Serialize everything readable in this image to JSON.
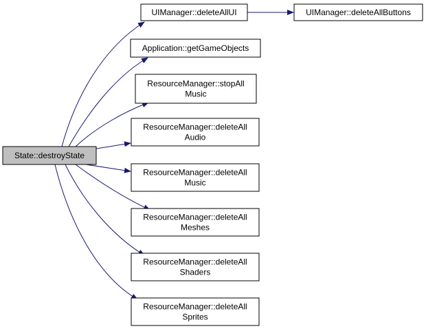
{
  "nodes": [
    {
      "id": "root",
      "lines": [
        "State::destroyState"
      ],
      "fill": "#bfbfbf"
    },
    {
      "id": "deleteAllUI",
      "lines": [
        "UIManager::deleteAllUI"
      ],
      "fill": "#ffffff"
    },
    {
      "id": "deleteAllButtons",
      "lines": [
        "UIManager::deleteAllButtons"
      ],
      "fill": "#ffffff"
    },
    {
      "id": "getGameObjects",
      "lines": [
        "Application::getGameObjects"
      ],
      "fill": "#ffffff"
    },
    {
      "id": "stopAllMusic",
      "lines": [
        "ResourceManager::stopAll",
        "Music"
      ],
      "fill": "#ffffff"
    },
    {
      "id": "deleteAllAudio",
      "lines": [
        "ResourceManager::deleteAll",
        "Audio"
      ],
      "fill": "#ffffff"
    },
    {
      "id": "deleteAllMusic",
      "lines": [
        "ResourceManager::deleteAll",
        "Music"
      ],
      "fill": "#ffffff"
    },
    {
      "id": "deleteAllMeshes",
      "lines": [
        "ResourceManager::deleteAll",
        "Meshes"
      ],
      "fill": "#ffffff"
    },
    {
      "id": "deleteAllShaders",
      "lines": [
        "ResourceManager::deleteAll",
        "Shaders"
      ],
      "fill": "#ffffff"
    },
    {
      "id": "deleteAllSprites",
      "lines": [
        "ResourceManager::deleteAll",
        "Sprites"
      ],
      "fill": "#ffffff"
    }
  ],
  "edges": [
    {
      "from": "root",
      "to": "deleteAllUI"
    },
    {
      "from": "root",
      "to": "getGameObjects"
    },
    {
      "from": "root",
      "to": "stopAllMusic"
    },
    {
      "from": "root",
      "to": "deleteAllAudio"
    },
    {
      "from": "root",
      "to": "deleteAllMusic"
    },
    {
      "from": "root",
      "to": "deleteAllMeshes"
    },
    {
      "from": "root",
      "to": "deleteAllShaders"
    },
    {
      "from": "root",
      "to": "deleteAllSprites"
    },
    {
      "from": "deleteAllUI",
      "to": "deleteAllButtons"
    }
  ],
  "colors": {
    "edge": "#191970",
    "border": "#000000"
  }
}
